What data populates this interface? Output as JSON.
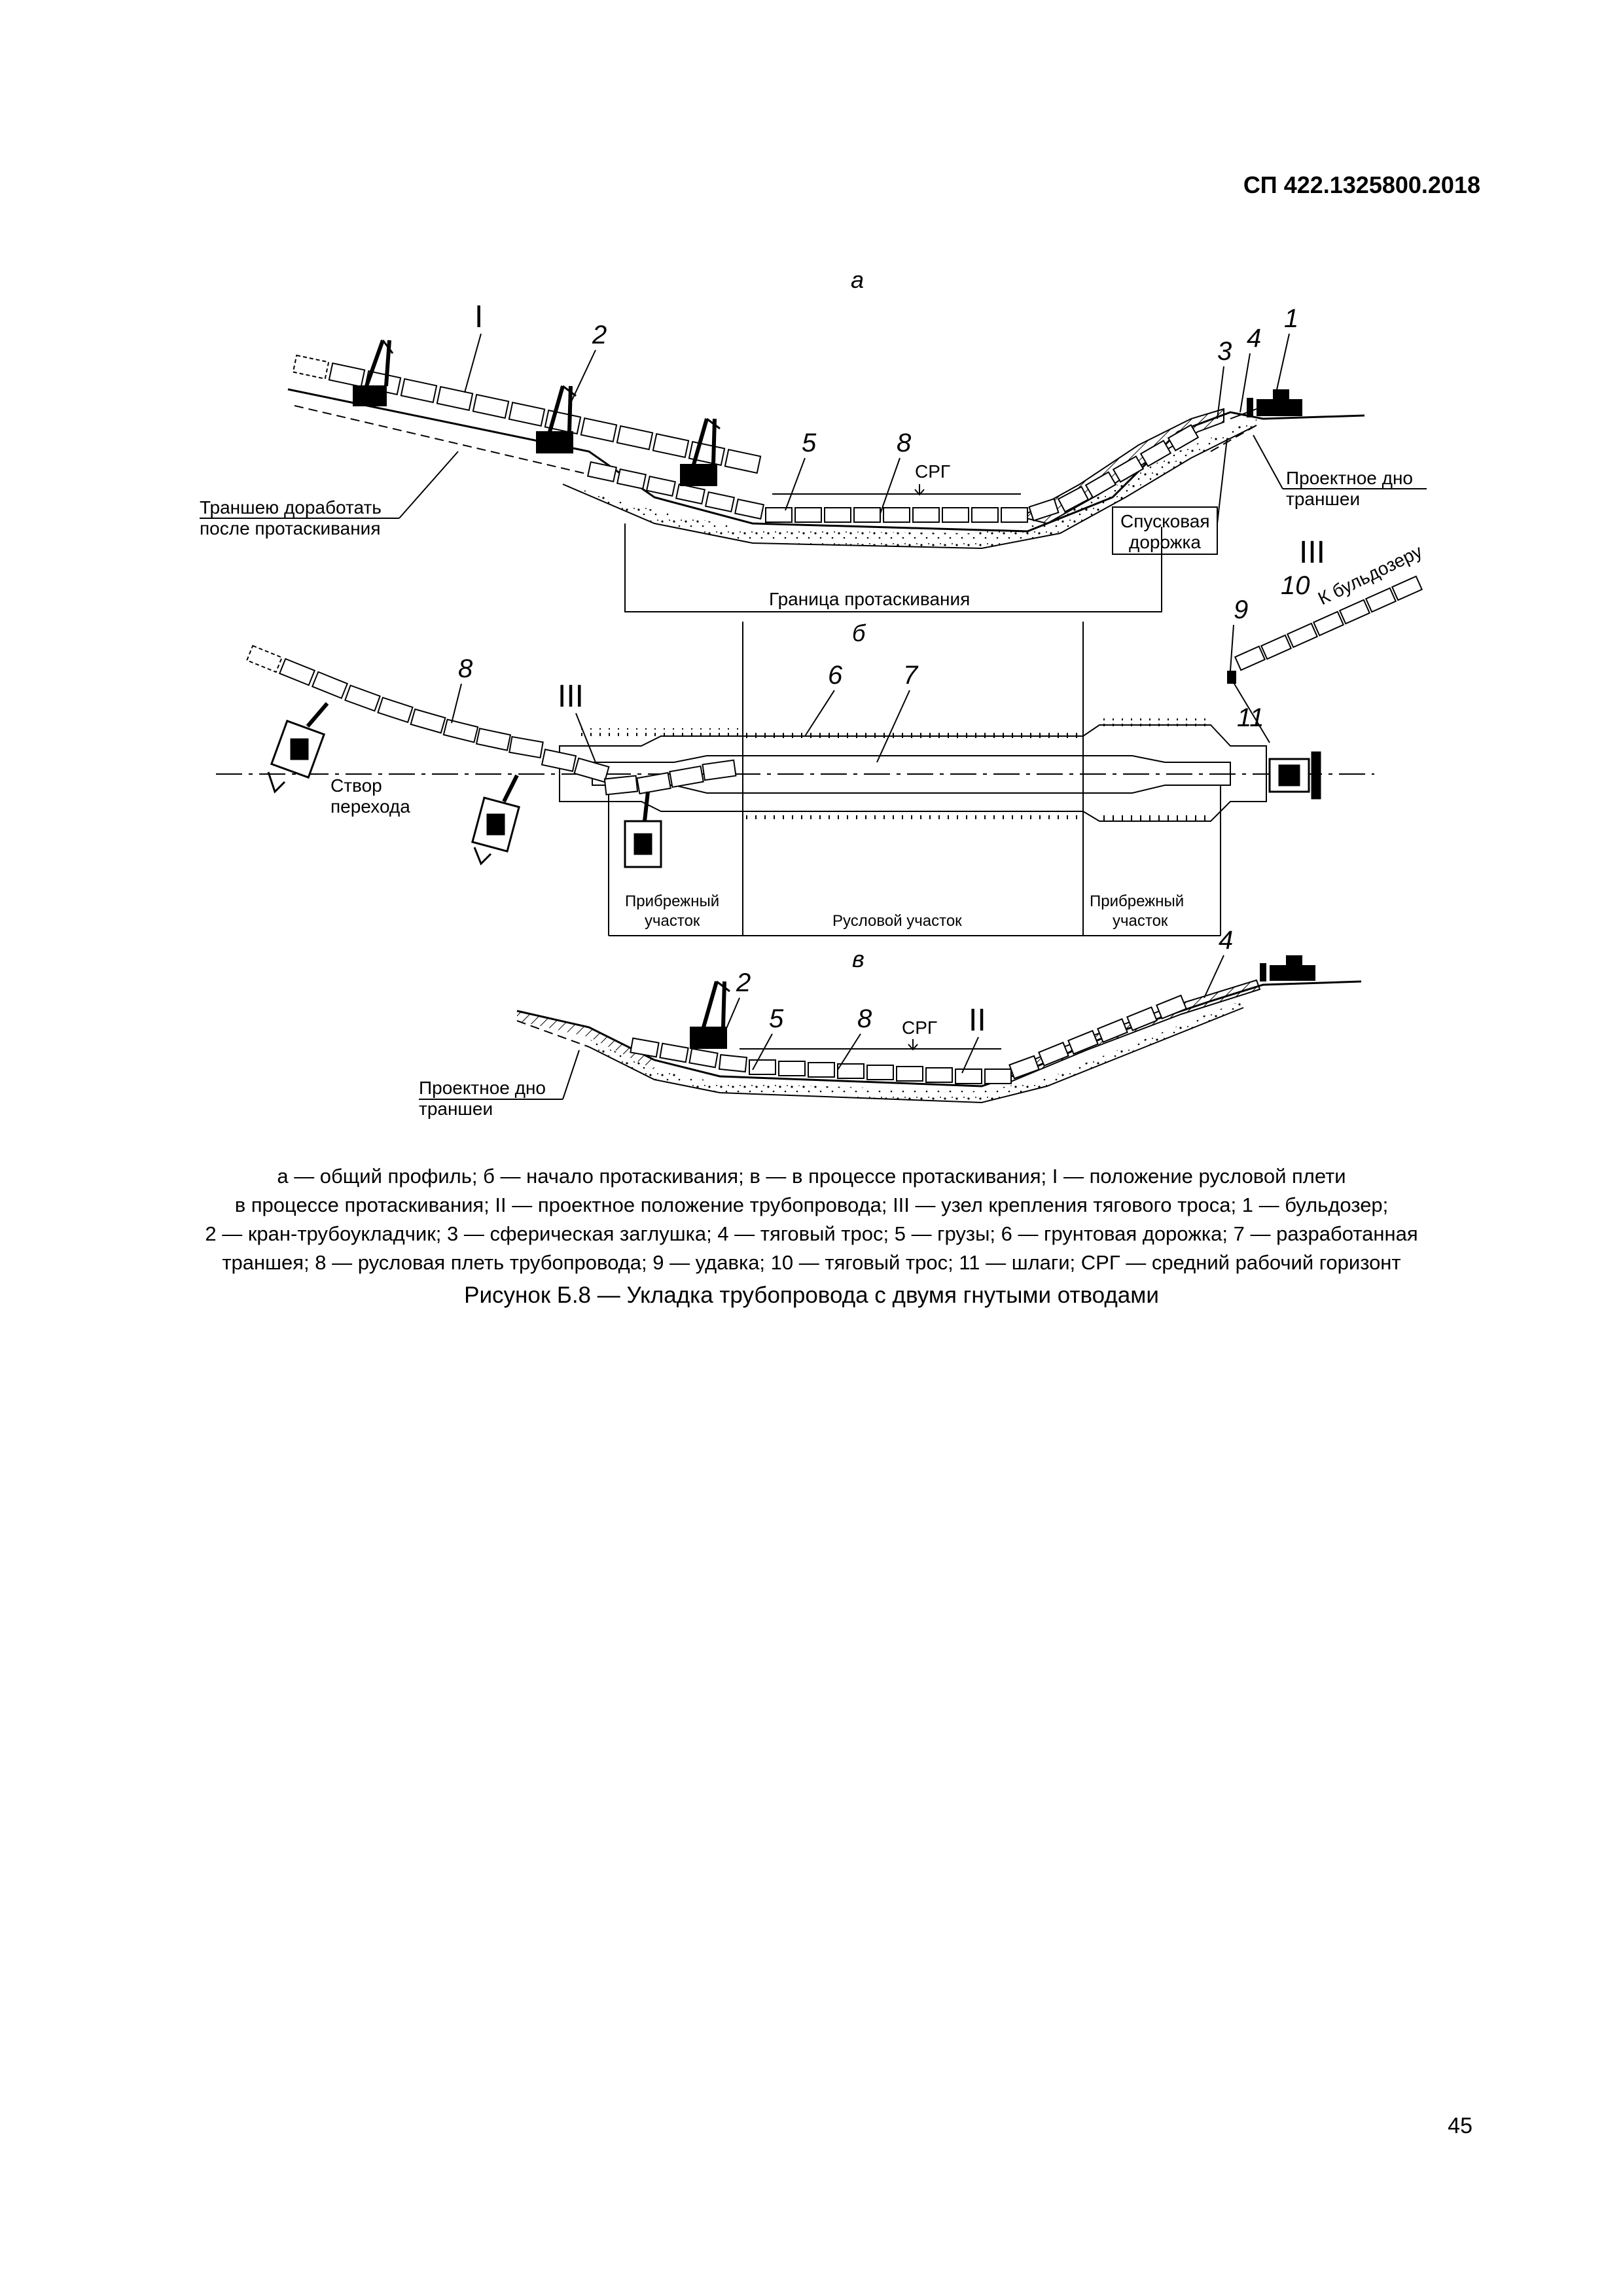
{
  "header": {
    "doc_code": "СП 422.1325800.2018"
  },
  "figure": {
    "part_a": {
      "letter": "а",
      "roman_I": "I",
      "callouts": {
        "n1": "1",
        "n2": "2",
        "n3": "3",
        "n4": "4",
        "n5": "5",
        "n8": "8"
      },
      "srg": "СРГ",
      "rework_note_line1": "Траншею доработать",
      "rework_note_line2": "после протаскивания",
      "design_bottom_line1": "Проектное дно",
      "design_bottom_line2": "траншеи",
      "ramp_line1": "Спусковая",
      "ramp_line2": "дорожка",
      "pull_boundary": "Граница протаскивания"
    },
    "part_b": {
      "letter": "б",
      "roman_III_left": "III",
      "roman_III_right": "III",
      "callouts": {
        "n6": "6",
        "n7": "7",
        "n8": "8",
        "n9": "9",
        "n10": "10",
        "n11": "11"
      },
      "to_bulldozer": "К бульдозеру",
      "crossing_line1": "Створ",
      "crossing_line2": "перехода",
      "coastal_left_line1": "Прибрежный",
      "coastal_left_line2": "участок",
      "channel": "Русловой участок",
      "coastal_right_line1": "Прибрежный",
      "coastal_right_line2": "участок"
    },
    "part_c": {
      "letter": "в",
      "roman_II": "II",
      "callouts": {
        "n2": "2",
        "n4": "4",
        "n5": "5",
        "n8": "8"
      },
      "srg": "СРГ",
      "design_bottom_line1": "Проектное дно",
      "design_bottom_line2": "траншеи"
    }
  },
  "caption": {
    "line1": "а — общий профиль; б — начало протаскивания; в — в процессе протаскивания; I — положение русловой плети",
    "line2": "в процессе протаскивания; II — проектное положение трубопровода; III — узел крепления тягового троса; 1 — бульдозер;",
    "line3": "2 — кран-трубоукладчик; 3 — сферическая заглушка; 4 — тяговый трос; 5 — грузы; 6 — грунтовая дорожка; 7 — разработанная",
    "line4": "траншея; 8 — русловая плеть трубопровода; 9 — удавка; 10 — тяговый трос; 11 — шлаги; СРГ — средний рабочий горизонт"
  },
  "figure_title": "Рисунок Б.8 — Укладка трубопровода с двумя гнутыми отводами",
  "page_number": "45"
}
